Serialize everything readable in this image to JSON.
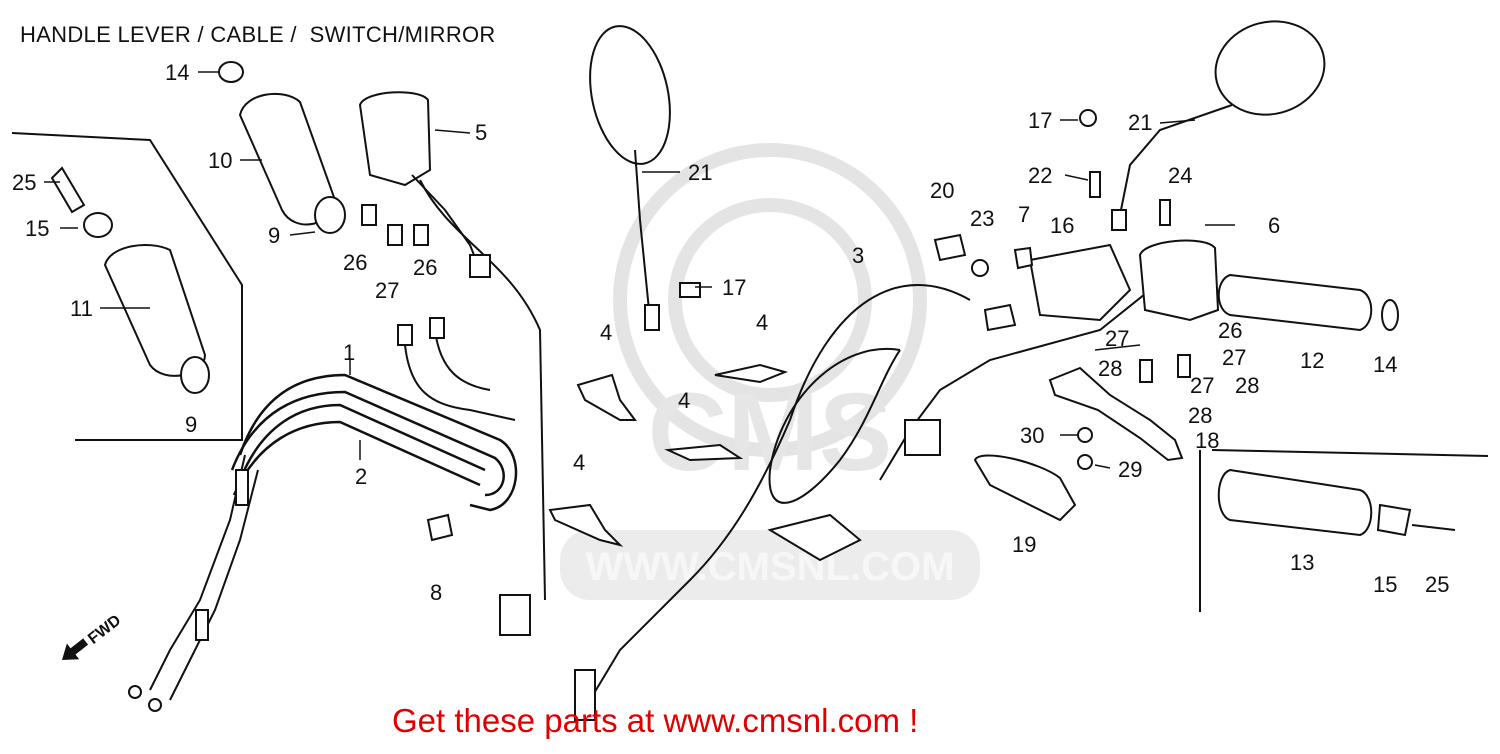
{
  "diagram": {
    "title": "HANDLE LEVER / CABLE /  SWITCH/MIRROR",
    "watermark": "WWW.CMSNL.COM",
    "watermark_logo": "CMS",
    "footer_text": "Get these parts at www.cmsnl.com !",
    "fwd_label": "FWD",
    "footer_color": "#e00000",
    "line_color": "#111111",
    "watermark_color": "#e4e4e4",
    "labels": {
      "l14a": "14",
      "l10": "10",
      "l5": "5",
      "l21a": "21",
      "l25a": "25",
      "l15a": "15",
      "l9a": "9",
      "l26a": "26",
      "l27a": "27",
      "l26b": "26",
      "l11": "11",
      "l9b": "9",
      "l1": "1",
      "l2": "2",
      "l8": "8",
      "l17a": "17",
      "l4a": "4",
      "l4b": "4",
      "l4c": "4",
      "l4d": "4",
      "l3": "3",
      "l20": "20",
      "l23": "23",
      "l7": "7",
      "l16": "16",
      "l17b": "17",
      "l21b": "21",
      "l22": "22",
      "l24": "24",
      "l6": "6",
      "l12": "12",
      "l14b": "14",
      "l27b": "27",
      "l28a": "28",
      "l26c": "26",
      "l27c": "27",
      "l27d": "27",
      "l28b": "28",
      "l28c": "28",
      "l30": "30",
      "l18": "18",
      "l29": "29",
      "l19": "19",
      "l13": "13",
      "l15b": "15",
      "l25b": "25"
    }
  }
}
